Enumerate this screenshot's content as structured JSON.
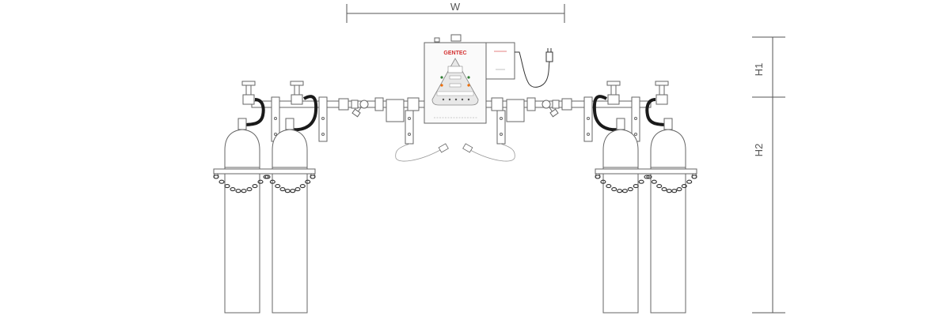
{
  "dimensions": {
    "width_label": "W",
    "h1_label": "H1",
    "h2_label": "H2"
  },
  "panel": {
    "brand": "GENTEC"
  },
  "colors": {
    "line": "#666666",
    "hose": "#1a1a1a",
    "brand": "#d32f2f",
    "led_green": "#2e7d32",
    "led_orange": "#ef6c00",
    "dimension": "#555555"
  },
  "cylinders": {
    "count": 4
  }
}
